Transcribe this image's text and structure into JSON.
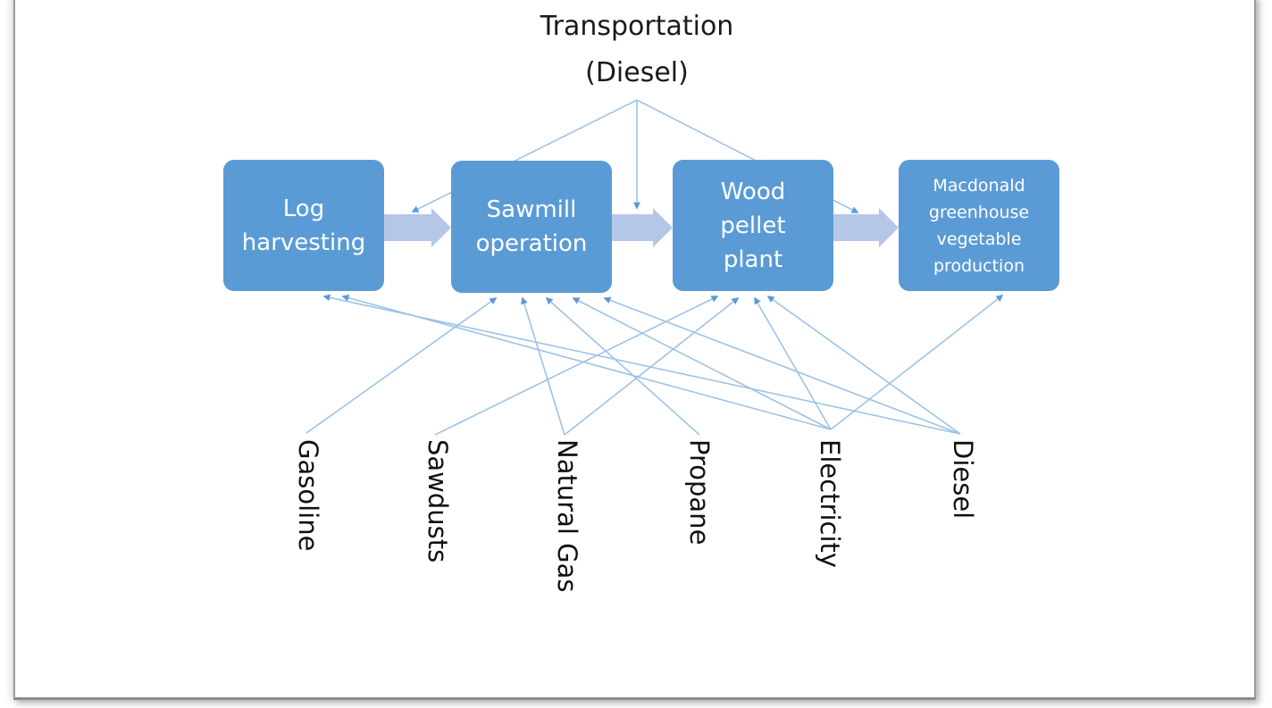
{
  "diagram": {
    "transport_label_line1": "Transportation",
    "transport_label_line2": "(Diesel)",
    "stages": [
      {
        "id": "log",
        "label": "Log\nharvesting"
      },
      {
        "id": "sawmill",
        "label": "Sawmill\noperation"
      },
      {
        "id": "pellet",
        "label": "Wood\npellet\nplant"
      },
      {
        "id": "greenhouse",
        "label": "Macdonald\ngreenhouse\nvegetable\nproduction"
      }
    ],
    "flow": [
      {
        "from": "log",
        "to": "sawmill"
      },
      {
        "from": "sawmill",
        "to": "pellet"
      },
      {
        "from": "pellet",
        "to": "greenhouse"
      }
    ],
    "energy_sources": [
      {
        "id": "gasoline",
        "label": "Gasoline"
      },
      {
        "id": "sawdusts",
        "label": "Sawdusts"
      },
      {
        "id": "natural_gas",
        "label": "Natural Gas"
      },
      {
        "id": "propane",
        "label": "Propane"
      },
      {
        "id": "electricity",
        "label": "Electricity"
      },
      {
        "id": "diesel",
        "label": "Diesel"
      }
    ],
    "transport_edges": [
      {
        "from": "transportation",
        "to": "log-sawmill link"
      },
      {
        "from": "transportation",
        "to": "sawmill-pellet link"
      },
      {
        "from": "transportation",
        "to": "pellet-greenhouse link"
      }
    ],
    "energy_edges": [
      {
        "from": "gasoline",
        "to": "sawmill"
      },
      {
        "from": "sawdusts",
        "to": "pellet"
      },
      {
        "from": "natural_gas",
        "to": "sawmill"
      },
      {
        "from": "natural_gas",
        "to": "pellet"
      },
      {
        "from": "propane",
        "to": "sawmill"
      },
      {
        "from": "electricity",
        "to": "log"
      },
      {
        "from": "electricity",
        "to": "sawmill"
      },
      {
        "from": "electricity",
        "to": "pellet"
      },
      {
        "from": "electricity",
        "to": "greenhouse"
      },
      {
        "from": "diesel",
        "to": "log"
      },
      {
        "from": "diesel",
        "to": "sawmill"
      },
      {
        "from": "diesel",
        "to": "pellet"
      }
    ],
    "colors": {
      "box_fill": "#5b9bd5",
      "block_arrow": "#b4c7e7",
      "connector": "#9dc3e6",
      "arrowhead": "#5b9bd5"
    }
  }
}
